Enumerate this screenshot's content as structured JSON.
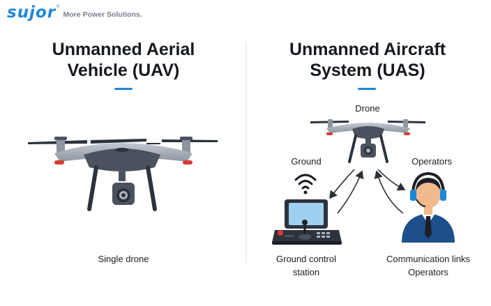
{
  "brand": {
    "name": "sujor",
    "registered": "®",
    "tagline": "More Power Solutions.",
    "color": "#1e88d6"
  },
  "left": {
    "title_line1": "Unmanned Aerial",
    "title_line2": "Vehicle (UAV)",
    "caption": "Single drone"
  },
  "right": {
    "title_line1": "Unmanned Aircraft",
    "title_line2": "System (UAS)",
    "labels": {
      "drone": "Drone",
      "ground": "Ground",
      "operators": "Operators",
      "ground_station_line1": "Ground control",
      "ground_station_line2": "station",
      "comm_line1": "Communication links",
      "comm_line2": "Operators"
    }
  },
  "colors": {
    "accent": "#1e88d6",
    "drone_body": "#4a5260",
    "drone_dark": "#2d333d",
    "drone_light": "#aeb5bf",
    "red_light": "#d93a34",
    "screen": "#9fd0f0",
    "operator_shirt": "#1d4f8c",
    "skin": "#f2b98c"
  }
}
